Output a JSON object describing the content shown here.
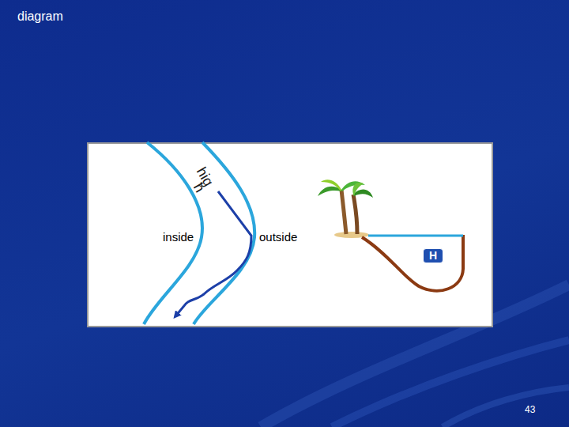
{
  "diagram": {
    "title": "diagram",
    "nodes": [
      {
        "text": [
          "H"
        ]
      }
    ],
    "labels": [
      "hig",
      "h",
      "inside",
      "outside",
      "43"
    ]
  }
}
